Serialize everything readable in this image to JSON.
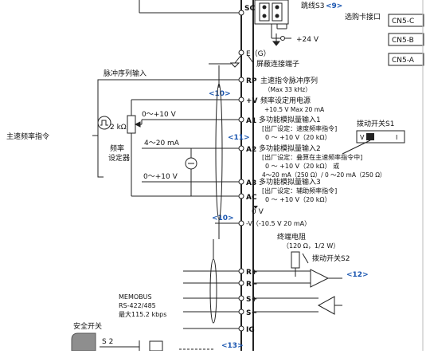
{
  "top": {
    "sc_label": "SC",
    "jumper_label": "跳线S3",
    "jumper_ref": "<9>",
    "option_card_label": "选购卡接口",
    "cn5c": "CN5-C",
    "cn5b": "CN5-B",
    "cn5a": "CN5-A",
    "plus24": "+24 V",
    "e_label": "E（G）",
    "shield_label": "屏蔽连接端子"
  },
  "pulse": {
    "title": "脉冲序列输入",
    "rp": "RP",
    "rp_desc": "主速指令脉冲序列",
    "rp_sub": "（Max 33 kHz）"
  },
  "freq": {
    "ref10": "<10>",
    "plusv": "+V",
    "plusv_desc": "频率设定用电源",
    "plusv_sub": "+10.5 V Max 20 mA",
    "main_freq_cmd": "主速频率指令",
    "resistor": "2 kΩ",
    "setter_1": "频率",
    "setter_2": "设定器",
    "range1": "0～+10 V",
    "range2": "4～20 mA",
    "range3": "0～+10 V",
    "ref11": "<11>"
  },
  "a1": {
    "label": "A1",
    "t1": "多功能模拟量输入1",
    "t2": "[出厂设定：速度频率指令]",
    "t3": "0 ～ +10 V（20 kΩ）"
  },
  "a2": {
    "label": "A2",
    "t1": "多功能模拟量输入2",
    "t2": "[出厂设定：叠算在主速频率指令中]",
    "t3": "0 ～ +10 V（20 kΩ） 或",
    "t4": "4～20 mA（250 Ω）/ 0 ～20 mA（250 Ω）"
  },
  "a3": {
    "label": "A3",
    "t1": "多功能模拟量输入3",
    "t2": "[出厂设定：辅助频率指令]",
    "t3": "0 ～ +10 V（20 kΩ）"
  },
  "switch_s1": {
    "title": "拨动开关S1",
    "v": "V",
    "i": "I"
  },
  "ac": {
    "label": "AC",
    "zero": "0 V",
    "ref10b": "<10>",
    "minusv": "-V（-10.5 V 20 mA）"
  },
  "terminator": {
    "title": "终端电阻",
    "spec": "（120 Ω，1/2 W）",
    "switch": "拨动开关S2",
    "ref12": "<12>"
  },
  "memobus": {
    "l1": "MEMOBUS",
    "l2": "RS-422/485",
    "l3": "最大115.2 kbps",
    "rp": "R+",
    "rm": "R−",
    "sp": "S+",
    "sm": "S−",
    "ig": "IG"
  },
  "safety": {
    "title": "安全开关",
    "s2": "S 2",
    "ref13": "<13>"
  }
}
